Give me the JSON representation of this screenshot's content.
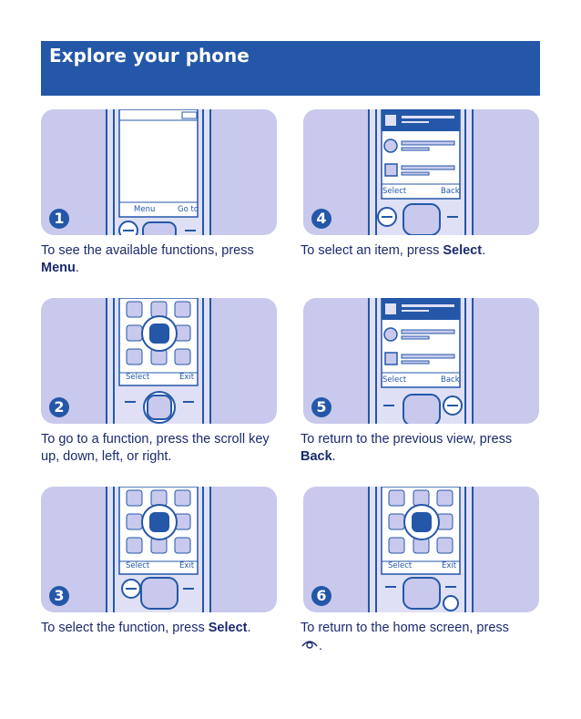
{
  "header": {
    "title": "Explore your phone"
  },
  "steps": [
    {
      "num": "1",
      "text": "To see the available functions, press ",
      "bold": "Menu",
      "suffix": ".",
      "left_soft": "Menu",
      "right_soft": "Go to"
    },
    {
      "num": "2",
      "text": "To go to a function, press the scroll key up, down, left, or right.",
      "bold": "",
      "suffix": "",
      "left_soft": "Select",
      "right_soft": "Exit"
    },
    {
      "num": "3",
      "text": "To select the function, press ",
      "bold": "Select",
      "suffix": ".",
      "left_soft": "Select",
      "right_soft": "Exit"
    },
    {
      "num": "4",
      "text": "To select an item, press ",
      "bold": "Select",
      "suffix": ".",
      "left_soft": "Select",
      "right_soft": "Back"
    },
    {
      "num": "5",
      "text": "To return to the previous view, press ",
      "bold": "Back",
      "suffix": ".",
      "left_soft": "Select",
      "right_soft": "Back"
    },
    {
      "num": "6",
      "text": "To return to the home screen, press ",
      "bold": "",
      "suffix": ".",
      "left_soft": "Select",
      "right_soft": "Exit"
    }
  ],
  "colors": {
    "brand": "#2457a8",
    "panel": "#c8c9ec",
    "text": "#1a2a6e"
  }
}
